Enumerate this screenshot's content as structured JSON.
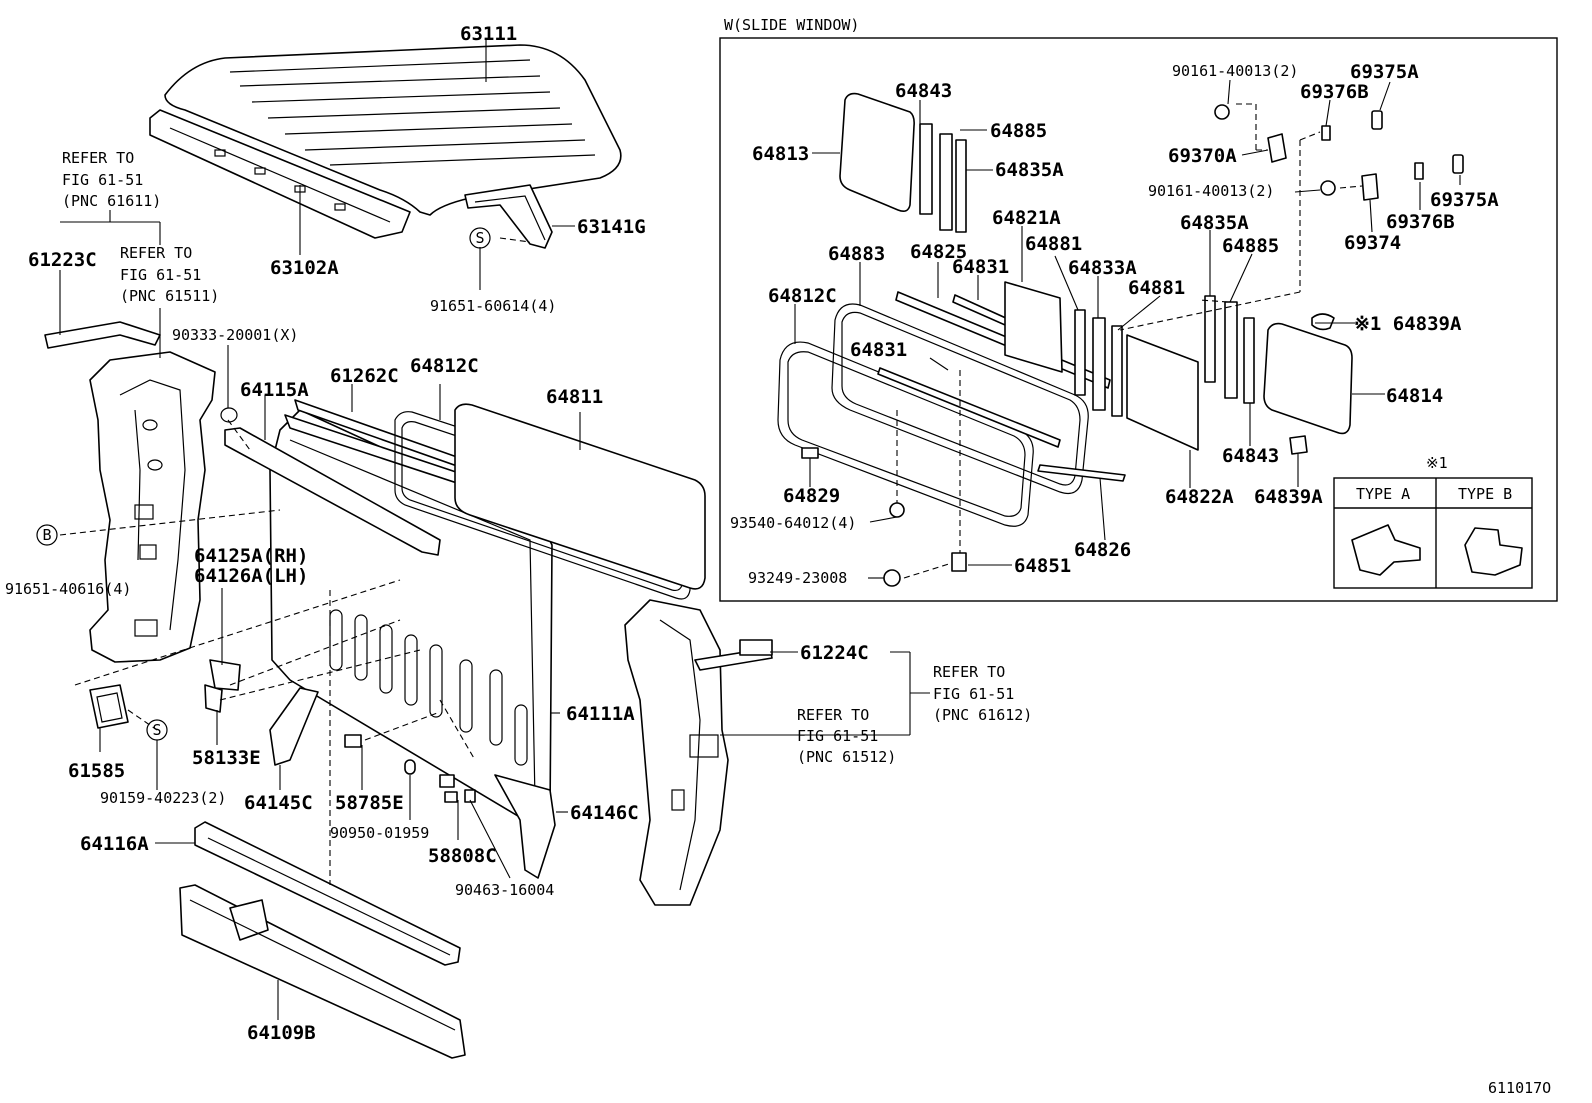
{
  "diagram": {
    "ref_code": "611017O",
    "slide_window_title": "W(SLIDE WINDOW)",
    "type_table": {
      "mark": "※1",
      "col_a": "TYPE A",
      "col_b": "TYPE B"
    },
    "refer": [
      {
        "line1": "REFER TO",
        "line2": "FIG 61-51",
        "line3": "(PNC 61611)"
      },
      {
        "line1": "REFER TO",
        "line2": "FIG 61-51",
        "line3": "(PNC 61511)"
      },
      {
        "line1": "REFER TO",
        "line2": "FIG 61-51",
        "line3": "(PNC 61612)"
      },
      {
        "line1": "REFER TO",
        "line2": "FIG 61-51",
        "line3": "(PNC 61512)"
      }
    ],
    "labels": {
      "p63111": "63111",
      "p63102A": "63102A",
      "p63141G": "63141G",
      "p91651_60614": "91651-60614(4)",
      "s_mark": "S",
      "b_mark": "B",
      "p61223C": "61223C",
      "p90333": "90333-20001(X)",
      "p64115A": "64115A",
      "p61262C": "61262C",
      "p64812C_main": "64812C",
      "p64811": "64811",
      "p91651_40616": "91651-40616(4)",
      "p64125A": "64125A(RH)",
      "p64126A": "64126A(LH)",
      "p61585": "61585",
      "p90159": "90159-40223(2)",
      "p58133E": "58133E",
      "p64145C": "64145C",
      "p58785E": "58785E",
      "p90950": "90950-01959",
      "p58808C": "58808C",
      "p90463": "90463-16004",
      "p64146C": "64146C",
      "p64111A": "64111A",
      "p64116A": "64116A",
      "p64109B": "64109B",
      "p61224C": "61224C",
      "w64843a": "64843",
      "w64813": "64813",
      "w64885a": "64885",
      "w64835Aa": "64835A",
      "w90161a": "90161-40013(2)",
      "w69375Aa": "69375A",
      "w69376Ba": "69376B",
      "w69370A": "69370A",
      "w90161b": "90161-40013(2)",
      "w69375Ab": "69375A",
      "w69376Bb": "69376B",
      "w69374": "69374",
      "w64821A": "64821A",
      "w64883": "64883",
      "w64825": "64825",
      "w64831a": "64831",
      "w64881a": "64881",
      "w64833A": "64833A",
      "w64835Ab": "64835A",
      "w64885b": "64885",
      "w64881b": "64881",
      "w64812C": "64812C",
      "w64831b": "64831",
      "w64839Aa": "※1 64839A",
      "w64814": "64814",
      "w64829": "64829",
      "w93540": "93540-64012(4)",
      "w64843b": "64843",
      "w64839Ab": "64839A",
      "w64822A": "64822A",
      "w64826": "64826",
      "w93249": "93249-23008",
      "w64851": "64851"
    }
  }
}
